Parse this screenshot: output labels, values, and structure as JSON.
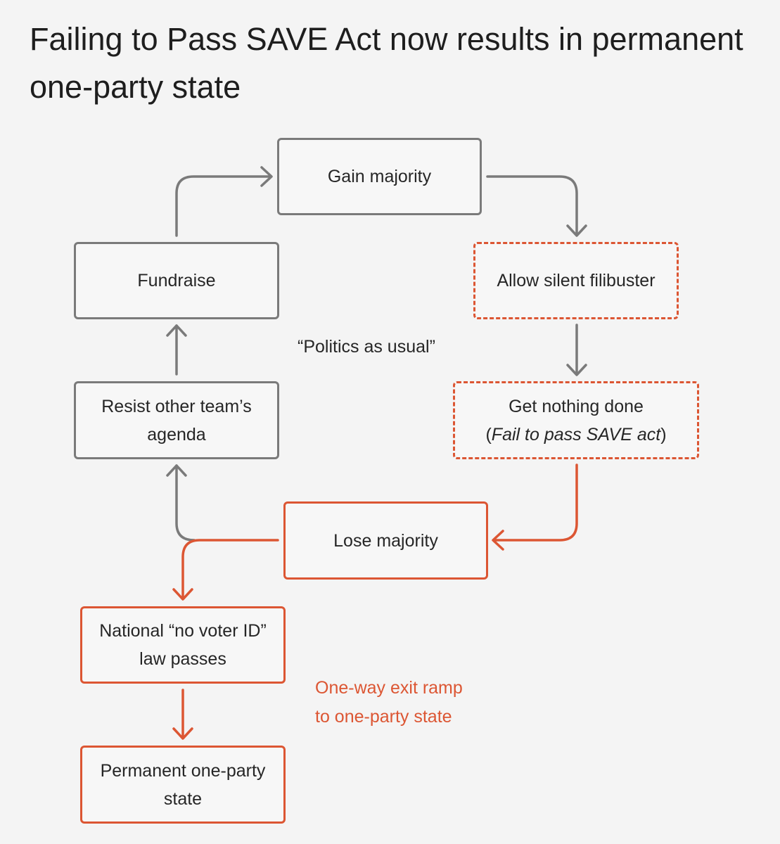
{
  "title": "Failing to Pass SAVE Act now results in permanent one-party state",
  "nodes": {
    "gain_majority": "Gain majority",
    "fundraise": "Fundraise",
    "allow_filibuster": "Allow silent filibuster",
    "resist_line1": "Resist other team’s",
    "resist_line2": "agenda",
    "nothing_done": "Get nothing done",
    "nothing_done_paren_open": "(",
    "nothing_done_italic": "Fail to pass SAVE act",
    "nothing_done_paren_close": ")",
    "lose_majority": "Lose majority",
    "no_voter_id_line1": "National “no voter ID”",
    "no_voter_id_line2": "law passes",
    "one_party_line1": "Permanent one-party",
    "one_party_line2": "state"
  },
  "labels": {
    "cycle": "“Politics as usual”",
    "exit_line1": "One-way exit ramp",
    "exit_line2": "to one-party state"
  },
  "colors": {
    "cycle_gray": "#7a7a7a",
    "exit_red": "#dc5633",
    "background": "#f4f4f4"
  }
}
